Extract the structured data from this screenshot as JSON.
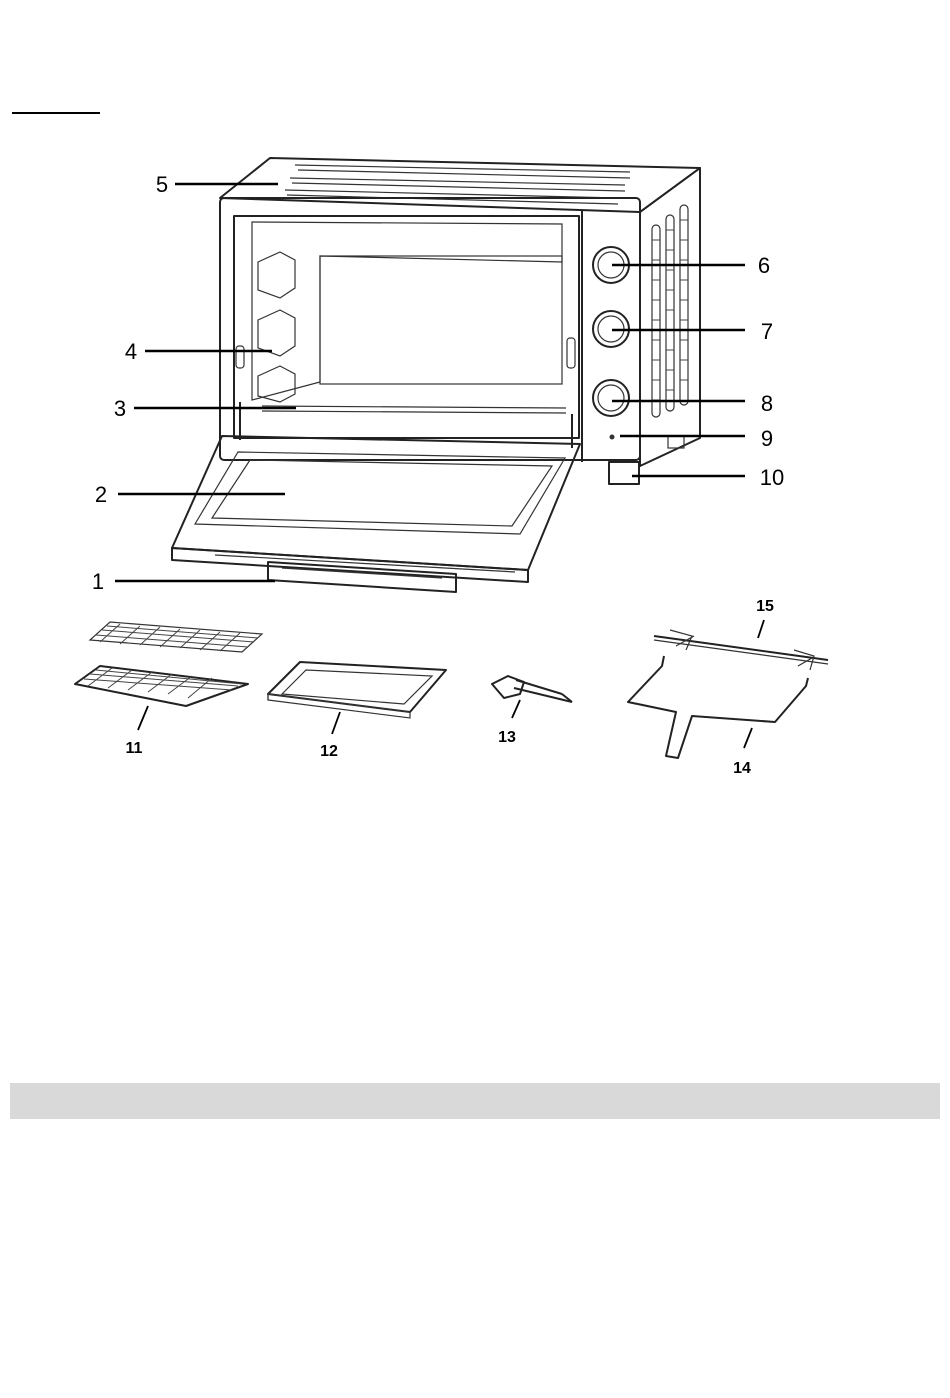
{
  "callouts": [
    {
      "id": "1",
      "label": "1"
    },
    {
      "id": "2",
      "label": "2"
    },
    {
      "id": "3",
      "label": "3"
    },
    {
      "id": "4",
      "label": "4"
    },
    {
      "id": "5",
      "label": "5"
    },
    {
      "id": "6",
      "label": "6"
    },
    {
      "id": "7",
      "label": "7"
    },
    {
      "id": "8",
      "label": "8"
    },
    {
      "id": "9",
      "label": "9"
    },
    {
      "id": "10",
      "label": "10"
    }
  ],
  "accessories": [
    {
      "id": "11",
      "label": "11"
    },
    {
      "id": "12",
      "label": "12"
    },
    {
      "id": "13",
      "label": "13"
    },
    {
      "id": "14",
      "label": "14"
    },
    {
      "id": "15",
      "label": "15"
    }
  ]
}
